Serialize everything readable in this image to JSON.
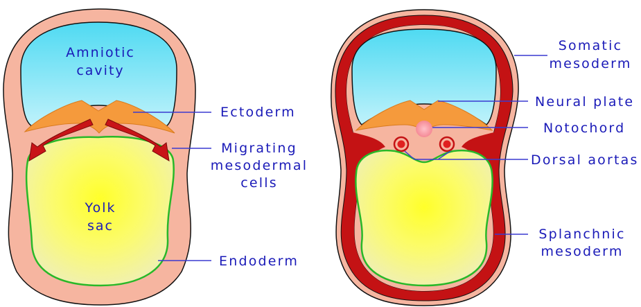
{
  "left_diagram": {
    "inner_labels": {
      "amniotic_line1": "Amniotic",
      "amniotic_line2": "cavity",
      "yolk_line1": "Yolk",
      "yolk_line2": "sac"
    },
    "callouts": {
      "ectoderm": "Ectoderm",
      "migrating_line1": "Migrating",
      "migrating_line2": "mesodermal",
      "migrating_line3": "cells",
      "endoderm": "Endoderm"
    }
  },
  "right_diagram": {
    "callouts": {
      "somatic_line1": "Somatic",
      "somatic_line2": "mesoderm",
      "neural_plate": "Neural plate",
      "notochord": "Notochord",
      "dorsal_aortas": "Dorsal aortas",
      "splanchnic_line1": "Splanchnic",
      "splanchnic_line2": "mesoderm"
    }
  },
  "colors": {
    "body_fill": "#f6b5a0",
    "amniotic_fill": "#5ae1f5",
    "ectoderm_fill": "#f59a3c",
    "yolk_center": "#ffff33",
    "yolk_edge": "#f2f2a8",
    "endoderm_line": "#28b828",
    "mesoderm_red": "#c41214",
    "label_blue": "#1a1ab8"
  }
}
